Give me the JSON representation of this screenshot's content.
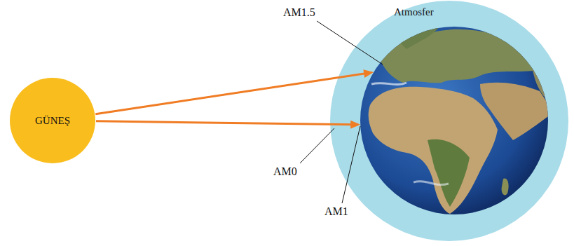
{
  "diagram": {
    "nodes": [
      {
        "text": [
          "GÜNEŞ"
        ]
      },
      {
        "text": [
          "Atmosfer"
        ]
      }
    ],
    "edges": [
      {
        "from": 0,
        "to": 1,
        "arrow": "to"
      },
      {
        "from": 0,
        "to": 1,
        "arrow": "to"
      }
    ],
    "labels": [
      "AM1.5",
      "AM0",
      "AM1"
    ]
  }
}
